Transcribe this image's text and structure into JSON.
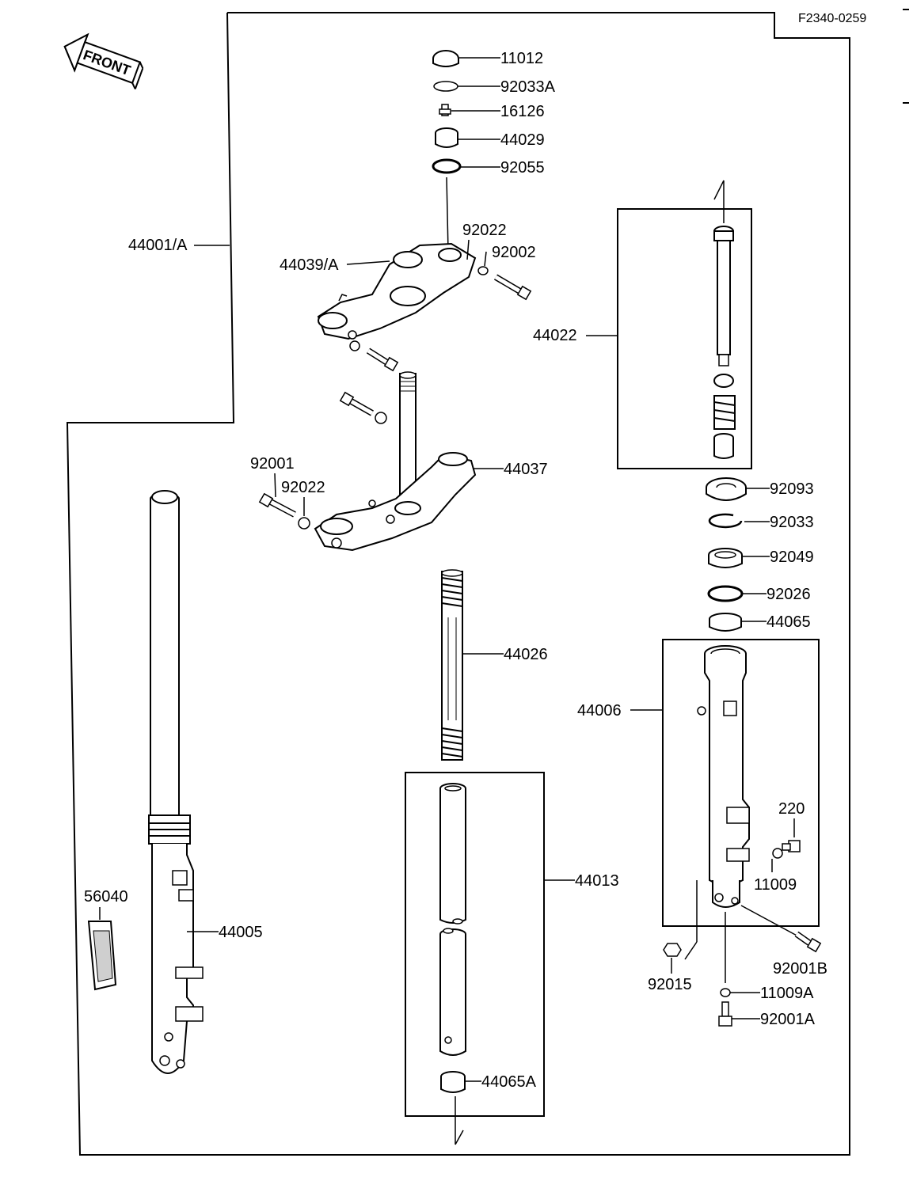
{
  "figure_code": "F2340-0259",
  "front_badge": "FRONT",
  "labels": {
    "p11012": "11012",
    "p92033A": "92033A",
    "p16126": "16126",
    "p44029": "44029",
    "p92055": "92055",
    "p44001A": "44001/A",
    "p92022_top": "92022",
    "p92002": "92002",
    "p44039A": "44039/A",
    "p44022": "44022",
    "p92001_left": "92001",
    "p92022_left": "92022",
    "p44037": "44037",
    "p92093": "92093",
    "p92033": "92033",
    "p92049": "92049",
    "p92026": "92026",
    "p44065": "44065",
    "p44026": "44026",
    "p44006": "44006",
    "p220": "220",
    "p11009": "11009",
    "p56040": "56040",
    "p44005": "44005",
    "p44013": "44013",
    "p92001B": "92001B",
    "p92015": "92015",
    "p11009A": "11009A",
    "p92001A": "92001A",
    "p44065A": "44065A"
  }
}
